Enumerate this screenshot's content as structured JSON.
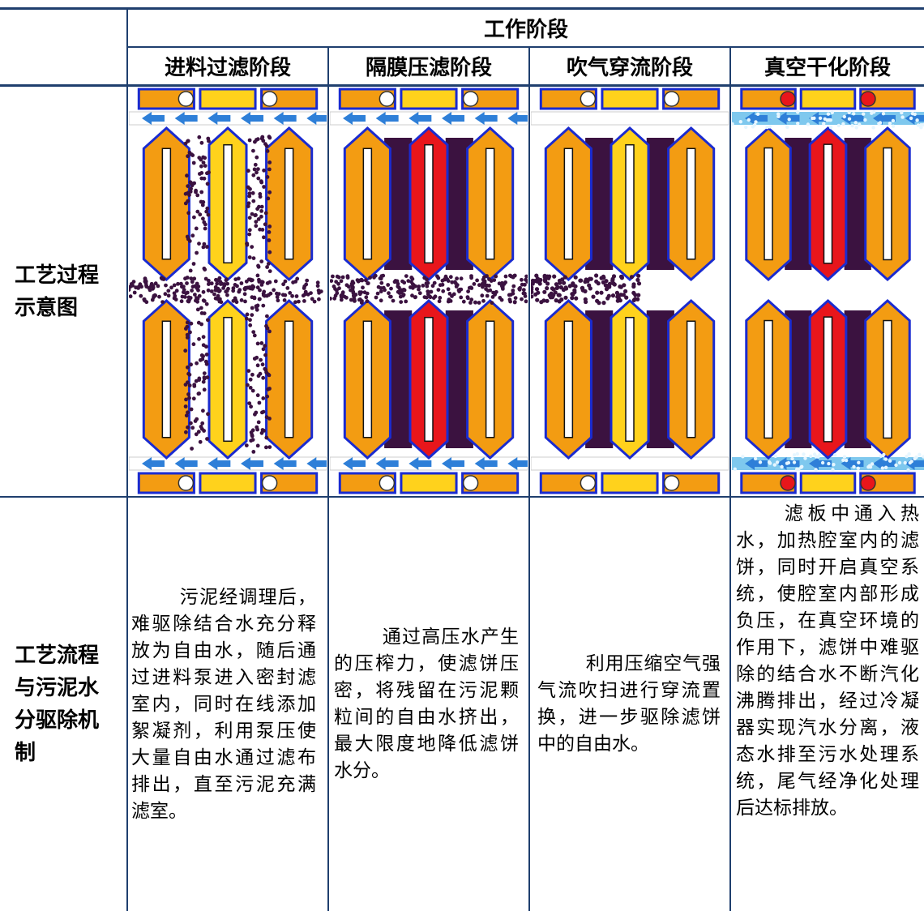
{
  "table": {
    "header_group": "工作阶段",
    "stages": [
      "进料过滤阶段",
      "隔膜压滤阶段",
      "吹气穿流阶段",
      "真空干化阶段"
    ],
    "row_labels": {
      "schematic": "工艺过程示意图",
      "mechanism": "工艺流程与污泥水分驱除机制"
    },
    "descriptions": [
      "污泥经调理后，难驱除结合水充分释放为自由水，随后通过进料泵进入密封滤室内，同时在线添加絮凝剂，利用泵压使大量自由水通过滤布排出，直至污泥充满滤室。",
      "通过高压水产生的压榨力，使滤饼压密，将残留在污泥颗粒间的自由水挤出，最大限度地降低滤饼水分。",
      "利用压缩空气强气流吹扫进行穿流置换，进一步驱除滤饼中的自由水。",
      "滤板中通入热水，加热腔室内的滤饼，同时开启真空系统，使腔室内部形成负压，在真空环境的作用下，滤饼中难驱除的结合水不断汽化沸腾排出，经过冷凝器实现汽水分离，液态水排至污水处理系统，尾气经净化处理后达标排放。"
    ]
  },
  "colors": {
    "plate_orange": "#f39c12",
    "plate_yellow": "#ffd21c",
    "membrane_red": "#e8161b",
    "sludge_purple": "#3b1240",
    "frame_blue": "#1a2bd0",
    "flow_arrow_blue": "#2e7fd8",
    "vapor_cyan": "#7ec8ee",
    "table_line": "#1f3f6e"
  }
}
